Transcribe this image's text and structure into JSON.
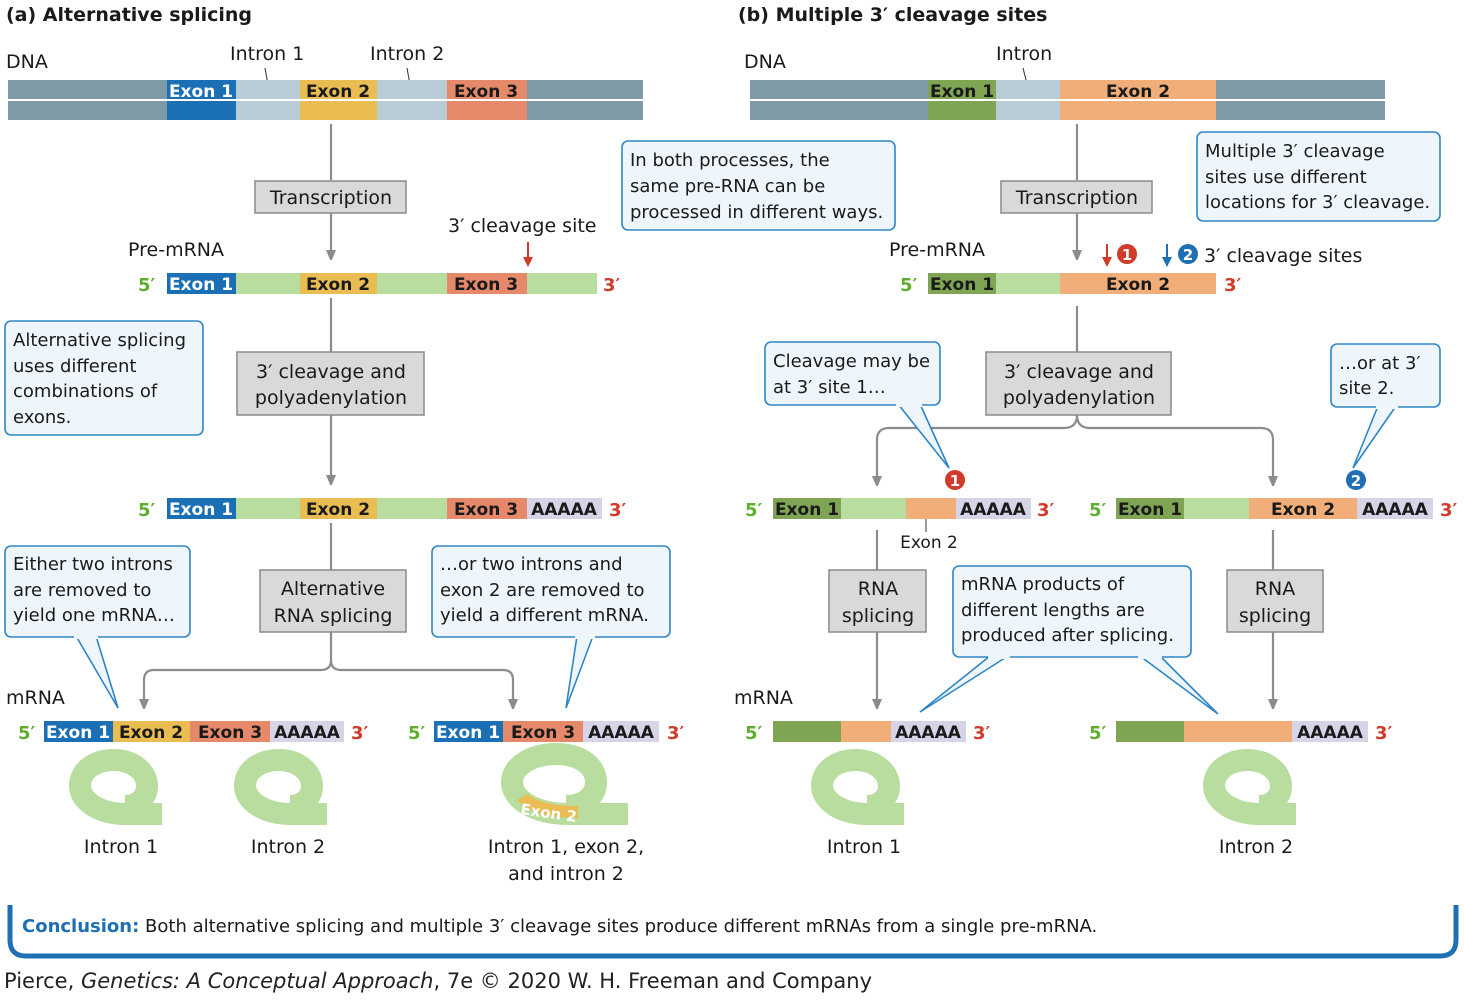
{
  "panel_a": {
    "title": "(a)  Alternative splicing",
    "dna_label": "DNA",
    "intron1_label": "Intron 1",
    "intron2_label": "Intron 2",
    "exon1": "Exon 1",
    "exon2": "Exon 2",
    "exon3": "Exon 3",
    "step1": "Transcription",
    "premrna_label": "Pre-mRNA",
    "cleavage_site_label": "3′ cleavage site",
    "step2_line1": "3′ cleavage and",
    "step2_line2": "polyadenylation",
    "polya": "AAAAA",
    "step3_line1": "Alternative",
    "step3_line2": "RNA splicing",
    "mrna_label": "mRNA",
    "callout_left": [
      "Alternative splicing",
      "uses different",
      "combinations of",
      "exons."
    ],
    "callout_either": [
      "Either two introns",
      "are removed to",
      "yield one mRNA…"
    ],
    "callout_or": [
      "…or two introns and",
      "exon 2 are removed to",
      "yield a different mRNA."
    ],
    "lasso1_label": "Intron 1",
    "lasso2_label": "Intron 2",
    "lasso3_label_line1": "Intron 1, exon 2,",
    "lasso3_label_line2": "and intron 2",
    "lasso3_exon": "Exon 2"
  },
  "panel_b": {
    "title": "(b)  Multiple 3′ cleavage sites",
    "dna_label": "DNA",
    "intron_label": "Intron",
    "exon1": "Exon 1",
    "exon2": "Exon 2",
    "step1": "Transcription",
    "premrna_label": "Pre-mRNA",
    "sites_label": "3′ cleavage sites",
    "site1": "1",
    "site2": "2",
    "step2_line1": "3′ cleavage and",
    "step2_line2": "polyadenylation",
    "polya": "AAAAA",
    "exon2_small": "Exon 2",
    "rna_splicing_line1": "RNA",
    "rna_splicing_line2": "splicing",
    "mrna_label": "mRNA",
    "callout_multiple": [
      "Multiple 3′ cleavage",
      "sites use different",
      "locations for 3′ cleavage."
    ],
    "callout_site1": [
      "Cleavage may be",
      "at 3′ site 1…"
    ],
    "callout_site2": [
      "…or at 3′",
      "site 2."
    ],
    "callout_products": [
      "mRNA products of",
      "different lengths are",
      "produced after splicing."
    ],
    "lasso1_label": "Intron 1",
    "lasso2_label": "Intron 2"
  },
  "callout_center": [
    "In both processes, the",
    "same pre-RNA can be",
    "processed in different ways."
  ],
  "prime5": "5′",
  "prime3": "3′",
  "conclusion_bold": "Conclusion:",
  "conclusion_text": " Both alternative splicing and multiple 3′ cleavage sites produce different mRNAs from a single pre-mRNA.",
  "credit_pre": "Pierce, ",
  "credit_italic": "Genetics: A Conceptual Approach",
  "credit_post": ", 7e © 2020 W. H. Freeman and Company",
  "colors": {
    "exon1_blue": "#1a6fb5",
    "exon2_yellow": "#e9bd52",
    "exon3_salmon": "#e5896a",
    "intron_light": "#b8ccd6",
    "dna_gray": "#7e9aa6",
    "premrna_green": "#b9dd9f",
    "polya_lavender": "#d6d4e6",
    "exon1_green": "#7ea454",
    "exon2_orange": "#f1ae78",
    "red_marker": "#d23a2a",
    "blue_marker": "#1f6fb5"
  }
}
